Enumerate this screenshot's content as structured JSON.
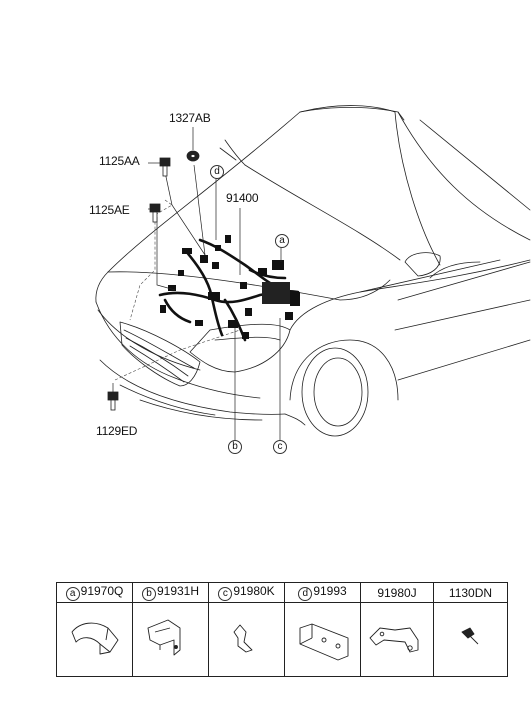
{
  "callouts": {
    "c1327AB": "1327AB",
    "c1125AA": "1125AA",
    "c1125AE": "1125AE",
    "c91400": "91400",
    "c1129ED": "1129ED",
    "tag_a": "a",
    "tag_b": "b",
    "tag_c": "c",
    "tag_d": "d"
  },
  "parts_table": {
    "columns": [
      {
        "tag": "a",
        "part": "91970Q",
        "icon": "protector-clip-icon"
      },
      {
        "tag": "b",
        "part": "91931H",
        "icon": "bracket-icon"
      },
      {
        "tag": "c",
        "part": "91980K",
        "icon": "hook-clip-icon"
      },
      {
        "tag": "d",
        "part": "91993",
        "icon": "flat-bracket-icon"
      },
      {
        "tag": "",
        "part": "91980J",
        "icon": "long-bracket-icon"
      },
      {
        "tag": "",
        "part": "1130DN",
        "icon": "bolt-icon"
      }
    ]
  }
}
